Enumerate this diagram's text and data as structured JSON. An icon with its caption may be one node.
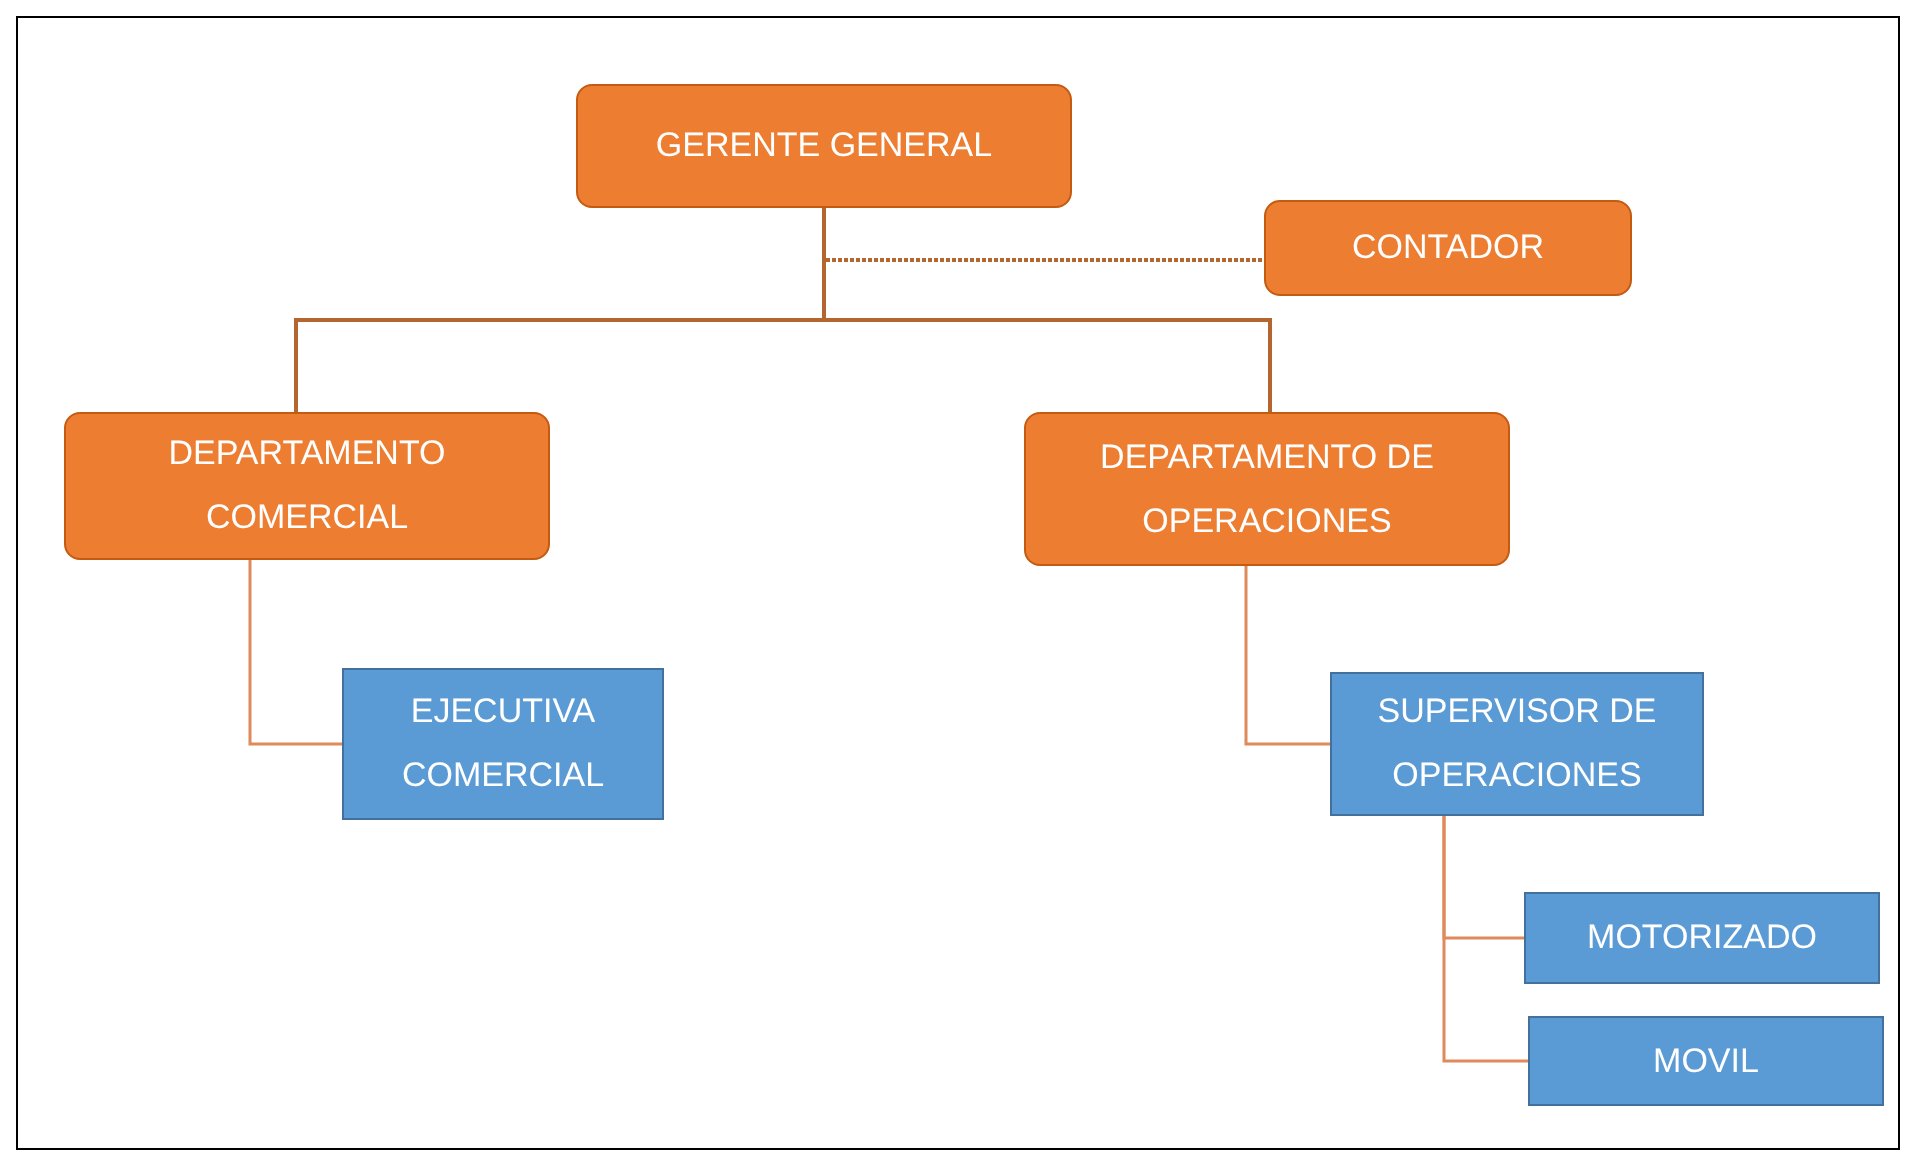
{
  "diagram": {
    "nodes": [
      {
        "text": [
          "GERENTE GENERAL"
        ]
      },
      {
        "text": [
          "CONTADOR"
        ]
      },
      {
        "text": [
          "DEPARTAMENTO COMERCIAL"
        ]
      },
      {
        "text": [
          "DEPARTAMENTO DE OPERACIONES"
        ]
      },
      {
        "text": [
          "EJECUTIVA COMERCIAL"
        ]
      },
      {
        "text": [
          "SUPERVISOR DE OPERACIONES"
        ]
      },
      {
        "text": [
          "MOTORIZADO"
        ]
      },
      {
        "text": [
          "MOVIL"
        ]
      }
    ],
    "edges": [
      {
        "from": 0,
        "to": 1,
        "arrow": "none",
        "style": "dashed"
      },
      {
        "from": 0,
        "to": 2,
        "arrow": "none"
      },
      {
        "from": 0,
        "to": 3,
        "arrow": "none"
      },
      {
        "from": 2,
        "to": 4,
        "arrow": "none"
      },
      {
        "from": 3,
        "to": 5,
        "arrow": "none"
      },
      {
        "from": 5,
        "to": 6,
        "arrow": "none"
      },
      {
        "from": 5,
        "to": 7,
        "arrow": "none"
      }
    ]
  }
}
